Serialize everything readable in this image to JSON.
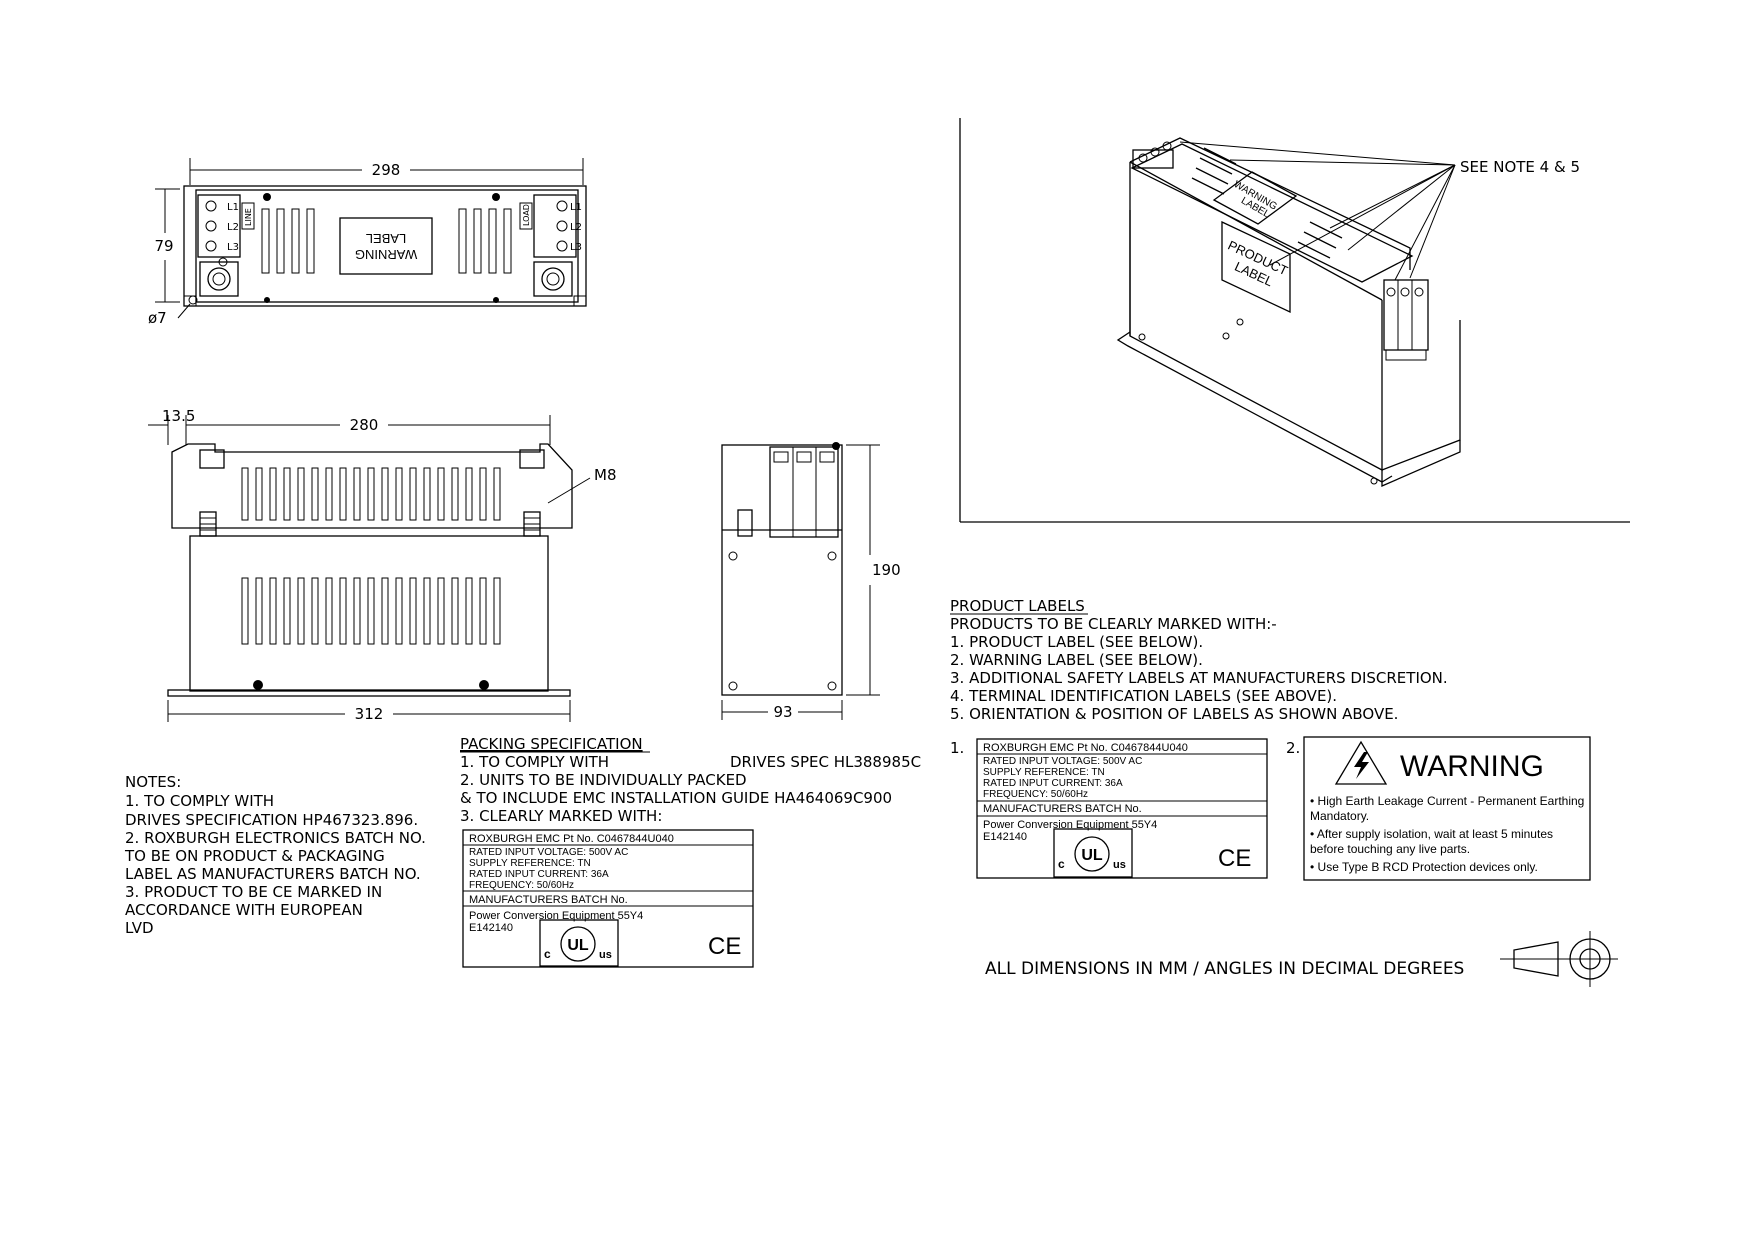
{
  "dims": {
    "top_width": "298",
    "top_height": "79",
    "hole_dia": "ø7",
    "front_offset": "13.5",
    "front_inner": "280",
    "front_overall": "312",
    "bolt": "M8",
    "side_height": "190",
    "side_depth": "93"
  },
  "top_view": {
    "warning_label": [
      "WARNING",
      "LABEL"
    ],
    "line_tag": "LINE",
    "load_tag": "LOAD",
    "terminals": [
      "L1",
      "L2",
      "L3"
    ]
  },
  "iso_view": {
    "see_note": "SEE NOTE 4 & 5",
    "warning_label": [
      "WARNING",
      "LABEL"
    ],
    "product_label": [
      "PRODUCT",
      "LABEL"
    ]
  },
  "notes": {
    "title": "NOTES:",
    "lines": [
      "1. TO COMPLY WITH",
      "DRIVES SPECIFICATION HP467323.896.",
      "2. ROXBURGH ELECTRONICS BATCH NO.",
      "TO BE ON PRODUCT & PACKAGING",
      "LABEL AS MANUFACTURERS BATCH NO.",
      "3. PRODUCT TO BE CE MARKED IN",
      "ACCORDANCE WITH EUROPEAN",
      "LVD"
    ]
  },
  "packing": {
    "title": "PACKING SPECIFICATION",
    "line1_a": "1. TO COMPLY WITH",
    "line1_b": "DRIVES SPEC HL388985C",
    "line2": "2. UNITS TO BE INDIVIDUALLY PACKED",
    "line3": "& TO INCLUDE EMC INSTALLATION GUIDE HA464069C900",
    "line4": "3. CLEARLY MARKED WITH:"
  },
  "product_labels": {
    "title": "PRODUCT LABELS",
    "lines": [
      "PRODUCTS TO BE CLEARLY MARKED WITH:-",
      "1. PRODUCT LABEL (SEE BELOW).",
      "2. WARNING LABEL (SEE BELOW).",
      "3. ADDITIONAL SAFETY LABELS AT MANUFACTURERS DISCRETION.",
      "4. TERMINAL IDENTIFICATION LABELS (SEE ABOVE).",
      "5. ORIENTATION & POSITION OF LABELS AS SHOWN ABOVE."
    ],
    "num1": "1.",
    "num2": "2."
  },
  "rating_label": {
    "part_no": "ROXBURGH EMC Pt No. C0467844U040",
    "voltage": "RATED INPUT VOLTAGE:  500V AC",
    "supply": "SUPPLY REFERENCE:  TN",
    "current": "RATED INPUT CURRENT:  36A",
    "frequency": "FREQUENCY:  50/60Hz",
    "batch": "MANUFACTURERS BATCH No.",
    "equipment": "Power Conversion Equipment 55Y4",
    "file_no": "E142140",
    "ul_c": "c",
    "ul_mark": "UL",
    "ul_us": "us",
    "ce": "CE"
  },
  "warning_label": {
    "title": "WARNING",
    "bullets": [
      "• High Earth Leakage Current - Permanent Earthing",
      "  Mandatory.",
      "• After supply isolation, wait at least 5 minutes",
      "  before touching any live parts.",
      "• Use Type B RCD Protection devices only."
    ]
  },
  "footer": {
    "dimensions_note": "ALL DIMENSIONS IN MM / ANGLES IN DECIMAL DEGREES"
  }
}
